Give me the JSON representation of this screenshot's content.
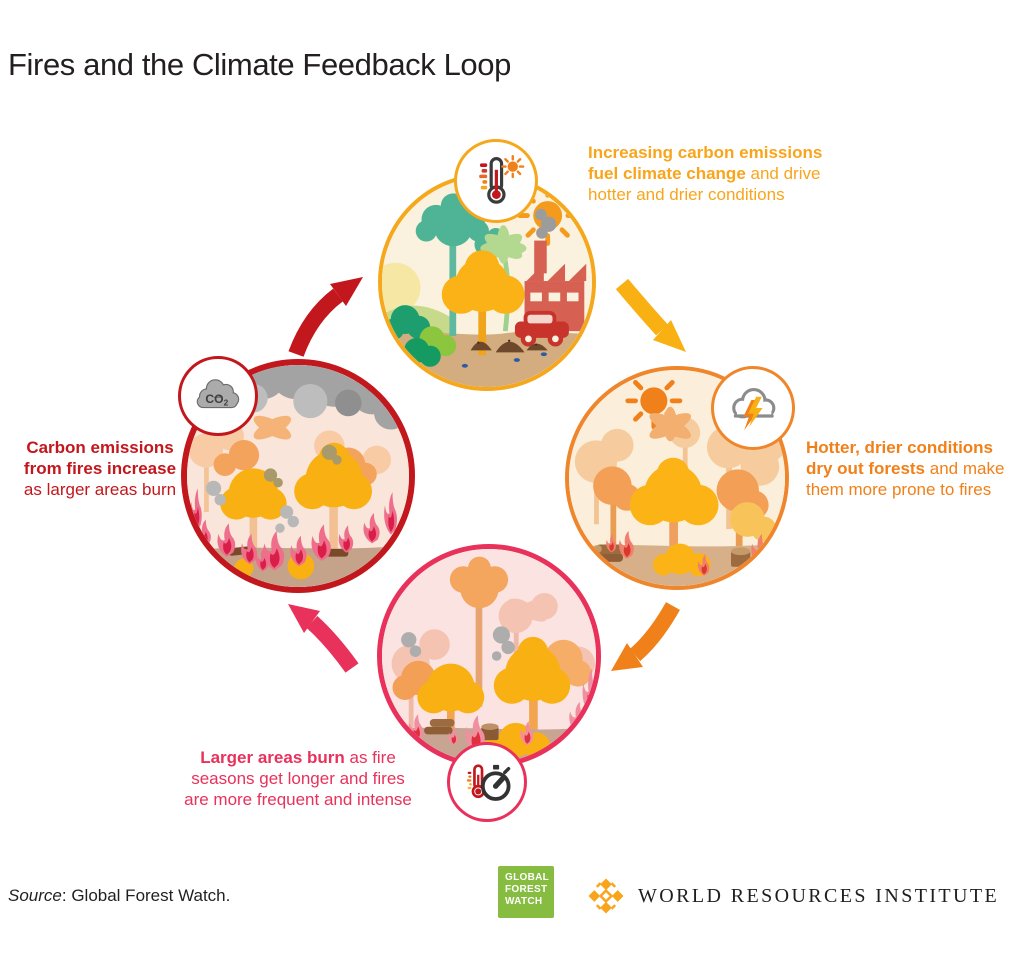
{
  "title": "Fires and the Climate Feedback Loop",
  "colors": {
    "stage_emissions": "#F9A51B",
    "stage_dry": "#F08019",
    "stage_burn": "#E8315B",
    "stage_carbon": "#C2171D",
    "gfw_green": "#86BC40",
    "wri_gold": "#F9A51B"
  },
  "labels": {
    "emissions": {
      "line1_bold": "Increasing carbon emissions",
      "line2_bold": "fuel climate change",
      "line2_rest": " and drive",
      "line3": "hotter and drier conditions"
    },
    "dry": {
      "line1_bold": "Hotter, drier conditions",
      "line2_bold": "dry out forests",
      "line2_rest": " and make",
      "line3": "them more prone to fires"
    },
    "burn": {
      "line1_bold": "Larger areas burn",
      "line1_rest": " as fire",
      "line2": "seasons get longer and fires",
      "line3": "are more frequent and intense"
    },
    "carbon": {
      "line1_bold": "Carbon emissions",
      "line2_bold": "from fires increase",
      "line3": "as larger areas burn"
    }
  },
  "icons": {
    "top": "thermometer-sun",
    "right": "storm-cloud-lightning",
    "bottom": "thermometer-stopwatch",
    "left": "co2-cloud",
    "co2_main": "CO",
    "co2_sub": "2"
  },
  "footer": {
    "source_label": "Source",
    "source_rest": ":  Global Forest Watch.",
    "gfw_lines": [
      "GLOBAL",
      "FOREST",
      "WATCH"
    ],
    "wri_name": "WORLD RESOURCES INSTITUTE"
  }
}
